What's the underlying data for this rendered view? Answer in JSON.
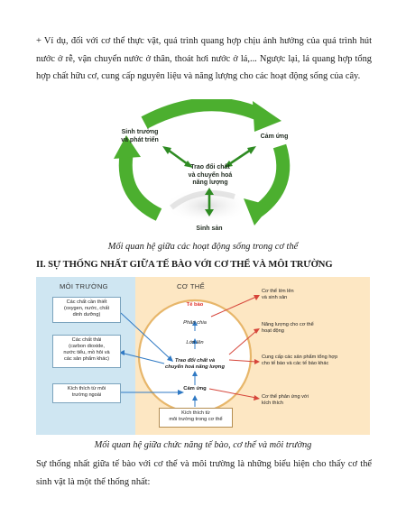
{
  "intro_paragraph": "+ Ví dụ, đối với cơ thể thực vật, quá trình quang hợp chịu ảnh hưởng của quá trình hút nước ở rễ, vận chuyển nước ở thân, thoát hơi nước ở lá,... Ngược lại, lá quang hợp tổng hợp chất hữu cơ, cung cấp nguyên liệu và năng lượng cho các hoạt động sống của cây.",
  "cycle_diagram": {
    "label_growth": "Sinh trưởng\nvà phát triển",
    "label_response": "Cảm ứng",
    "label_center": "Trao đổi chất\nvà chuyển hoá\nnăng lượng",
    "label_reproduction": "Sinh sản",
    "colors": {
      "arrow": "#4caf2f",
      "arrow_dark": "#2e8b22"
    }
  },
  "caption_1": "Mối quan hệ giữa các hoạt động sống trong cơ thể",
  "section_heading": "II. SỰ THỐNG NHẤT GIỮA TẾ BÀO VỚI CƠ THỂ VÀ MÔI TRƯỜNG",
  "relation_diagram": {
    "env_title": "MÔI TRƯỜNG",
    "body_title": "CƠ THỂ",
    "env_box_1": "Các chất cần thiết\n(oxygen, nước, chất\ndinh dưỡng)",
    "env_box_2": "Các chất thải\n(carbon dioxide,\nnước tiểu, mồ hôi và\ncác sản phẩm khác)",
    "env_box_3": "Kích thích từ môi\ntrường ngoài",
    "cell_label": "Tế bào",
    "node_division": "Phân chia",
    "node_growth": "Lớn lên",
    "node_metabolism": "Trao đổi chất và\nchuyển hoá năng lượng",
    "node_response": "Cảm ứng",
    "inner_stimulus": "Kích thích từ\nmôi trường trong cơ thể",
    "right_1": "Cơ thể lớn lên\nvà sinh sản",
    "right_2": "Năng lượng cho cơ thể\nhoạt động",
    "right_3": "Cung cấp các sản phẩm tổng hợp\ncho tế bào và các tế bào khác",
    "right_4": "Cơ thể phản ứng với\nkích thích",
    "colors": {
      "env_bg": "#cfe6f2",
      "body_bg": "#fde7c3",
      "cell_label": "#e0322b",
      "arrow_blue": "#2f79c4",
      "arrow_red": "#d6453a"
    }
  },
  "caption_2": "Mối quan hệ giữa chức năng tế bào, cơ thể và môi trường",
  "closing_paragraph": "Sự thống nhất giữa tế bào với cơ thể và môi trường là những biểu hiện cho thấy cơ thể sinh vật là một thể thống nhất:"
}
